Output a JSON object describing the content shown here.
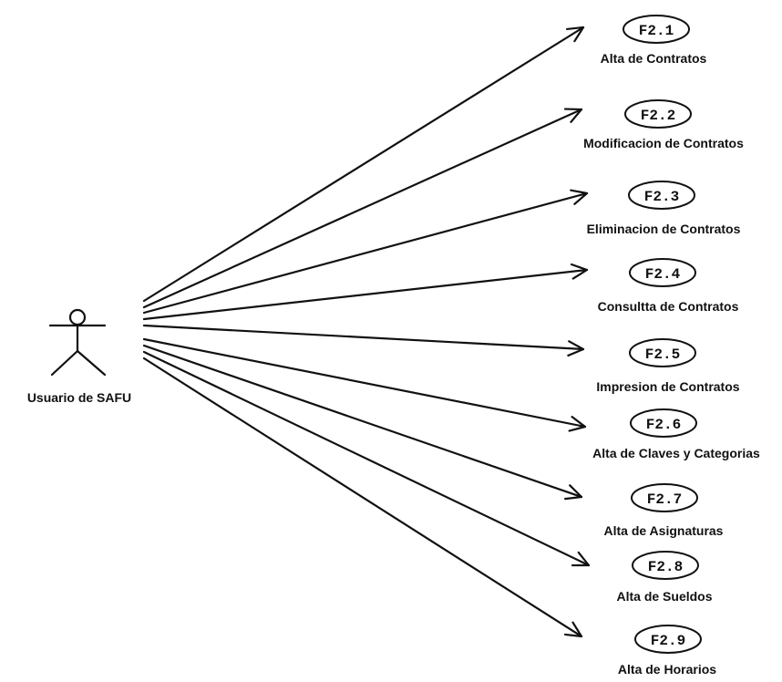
{
  "actor": {
    "label": "Usuario de SAFU"
  },
  "use_cases": [
    {
      "code": "F2.1",
      "label": "Alta de Contratos"
    },
    {
      "code": "F2.2",
      "label": "Modificacion de Contratos"
    },
    {
      "code": "F2.3",
      "label": "Eliminacion de Contratos"
    },
    {
      "code": "F2.4",
      "label": "Consultta de Contratos"
    },
    {
      "code": "F2.5",
      "label": "Impresion de Contratos"
    },
    {
      "code": "F2.6",
      "label": "Alta de Claves y Categorias"
    },
    {
      "code": "F2.7",
      "label": "Alta de Asignaturas"
    },
    {
      "code": "F2.8",
      "label": "Alta de Sueldos"
    },
    {
      "code": "F2.9",
      "label": "Alta de Horarios"
    }
  ]
}
